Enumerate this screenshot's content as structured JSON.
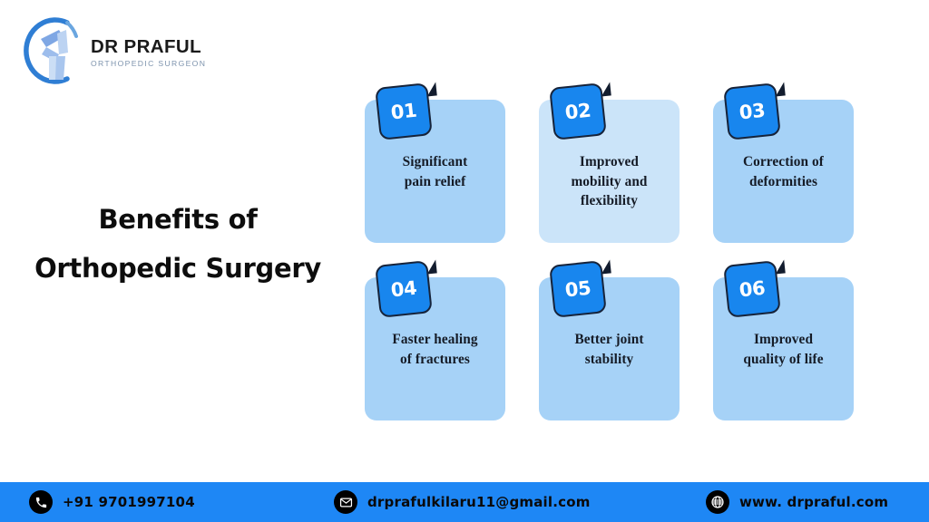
{
  "brand": {
    "logo_icon": "orthopedic-knee-joint-logo",
    "name": "DR PRAFUL",
    "tagline": "ORTHOPEDIC SURGEON",
    "accent_blue": "#1e87f5",
    "logo_arc_blue": "#2f7ed4",
    "logo_bone_blue": "#8fb4e8",
    "tagline_color": "#7d93ad"
  },
  "headline": {
    "line1": "Benefits of",
    "line2": "Orthopedic Surgery"
  },
  "cards": [
    {
      "number": "01",
      "text_line1": "Significant",
      "text_line2": "pain relief",
      "text_line3": "",
      "bg": "#a6d2f7",
      "shade": "normal"
    },
    {
      "number": "02",
      "text_line1": "Improved",
      "text_line2": "mobility and",
      "text_line3": "flexibility",
      "bg": "#cbe4f9",
      "shade": "pale"
    },
    {
      "number": "03",
      "text_line1": "Correction of",
      "text_line2": "deformities",
      "text_line3": "",
      "bg": "#a6d2f7",
      "shade": "normal"
    },
    {
      "number": "04",
      "text_line1": "Faster healing",
      "text_line2": "of fractures",
      "text_line3": "",
      "bg": "#a6d2f7",
      "shade": "normal"
    },
    {
      "number": "05",
      "text_line1": "Better joint",
      "text_line2": "stability",
      "text_line3": "",
      "bg": "#a6d2f7",
      "shade": "normal"
    },
    {
      "number": "06",
      "text_line1": "Improved",
      "text_line2": "quality of life",
      "text_line3": "",
      "bg": "#a6d2f7",
      "shade": "normal"
    }
  ],
  "badge_style": {
    "fill": "#1886ee",
    "outline": "#16233a",
    "tail": "#121c2e",
    "number_color": "#ffffff"
  },
  "footer": {
    "background": "#1e87f5",
    "icon_background": "#000000",
    "phone": {
      "icon": "phone-icon",
      "value": "+91 9701997104"
    },
    "email": {
      "icon": "envelope-icon",
      "value": "drprafulkilaru11@gmail.com"
    },
    "website": {
      "icon": "globe-icon",
      "value": "www. drpraful.com"
    }
  }
}
